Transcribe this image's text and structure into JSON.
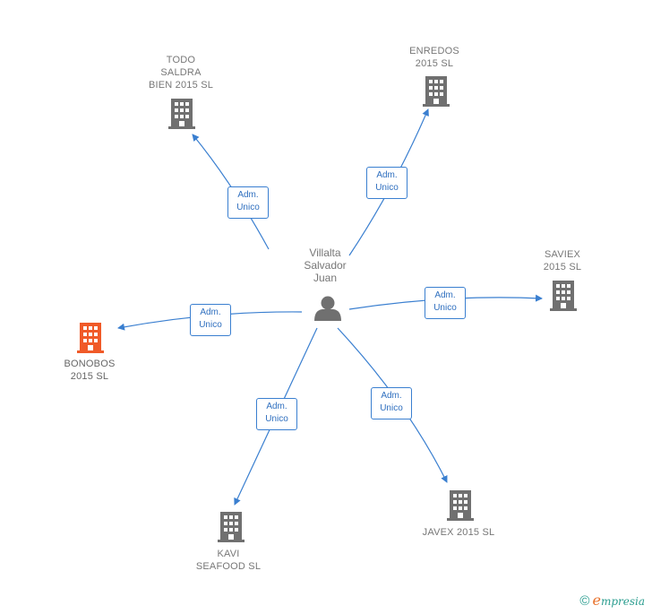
{
  "center": {
    "name": "Villalta\nSalvador\nJuan",
    "icon": "person-icon"
  },
  "relation_label": "Adm.\nUnico",
  "companies": [
    {
      "id": "todo",
      "name": "TODO\nSALDRA\nBIEN 2015  SL",
      "highlight": false
    },
    {
      "id": "enredos",
      "name": "ENREDOS\n2015  SL",
      "highlight": false
    },
    {
      "id": "saviex",
      "name": "SAVIEX\n2015  SL",
      "highlight": false
    },
    {
      "id": "bonobos",
      "name": "BONOBOS\n2015  SL",
      "highlight": true
    },
    {
      "id": "kavi",
      "name": "KAVI\nSEAFOOD  SL",
      "highlight": false
    },
    {
      "id": "javex",
      "name": "JAVEX 2015  SL",
      "highlight": false
    }
  ],
  "colors": {
    "building": "#707070",
    "building_highlight": "#f05a28",
    "edge": "#3a7fd0",
    "person": "#707070"
  },
  "footer": {
    "copyright": "©",
    "brand_e": "e",
    "brand_rest": "mpresia"
  }
}
